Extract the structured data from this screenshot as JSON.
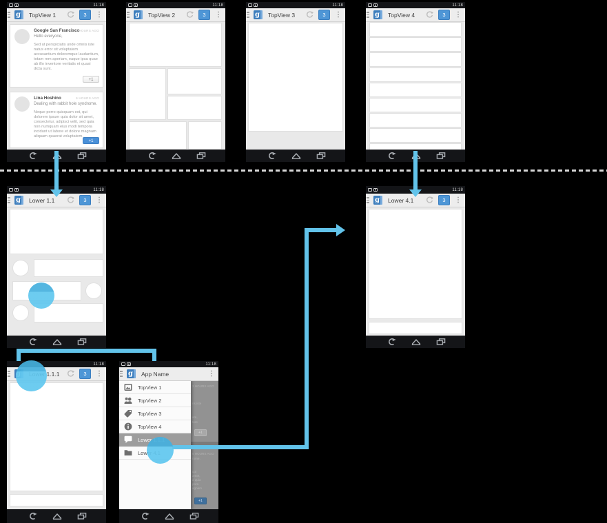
{
  "colors": {
    "accent_blue": "#4e96d6",
    "gplus_blue": "#3d7ebd",
    "touch_blue": "#5bc2e9",
    "arrow_blue": "#62c3ea",
    "selected_row": "#9d9d9d"
  },
  "status": {
    "time": "11:18"
  },
  "actionbar": {
    "badge": "3"
  },
  "icons": {
    "overflow": "⋮",
    "logo_glyph": "g"
  },
  "screens": {
    "topview1": {
      "title": "TopView 1"
    },
    "topview2": {
      "title": "TopView 2"
    },
    "topview3": {
      "title": "TopView 3"
    },
    "topview4": {
      "title": "TopView 4"
    },
    "lower11": {
      "title": "Lower 1.1"
    },
    "lower41": {
      "title": "Lower 4.1"
    },
    "lower111": {
      "title": "Lower 1.1.1"
    },
    "drawer": {
      "title": "App Name"
    }
  },
  "feed": {
    "cards": [
      {
        "name": "Google San Francisco",
        "time": "3 HOURS AGO",
        "intro": "Hello everyone,",
        "body": "Sed ut perspiciatis unde omnis iste natus error sit voluptatem accusantium doloremque laudantium, totam rem aperiam, eaque ipsa quae ab illo inventore veritatis et quasi dicta sunt.",
        "button": "+1"
      },
      {
        "name": "Lina Hoshino",
        "time": "6 HOURS AGO",
        "intro": "Dealing with rabbit hole syndrome.",
        "body": "Neque porro quisquam est, qui dolorem ipsum quia dolor sit amet, consectetur, adipisci velit, sed quia non numquam eius modi tempora incidunt ut labore et dolore magnam aliquam quaerat voluptatem.",
        "button": "+1"
      }
    ]
  },
  "drawer": {
    "items": [
      {
        "label": "TopView 1",
        "icon": "photo-icon"
      },
      {
        "label": "TopView 2",
        "icon": "people-icon"
      },
      {
        "label": "TopView 3",
        "icon": "tag-icon"
      },
      {
        "label": "TopView 4",
        "icon": "info-icon"
      },
      {
        "label": "Lower 1.1.1",
        "icon": "chat-icon",
        "selected": true
      },
      {
        "label": "Lower 4.1",
        "icon": "folder-icon"
      }
    ],
    "backdrop": [
      "3 HOURS AGO",
      "ns iste",
      "am,",
      "tore",
      "+1",
      "6 HOURS AGO",
      "rome.",
      "qui",
      "amet,",
      "d quia",
      "pora",
      "agnam",
      "+1"
    ]
  }
}
